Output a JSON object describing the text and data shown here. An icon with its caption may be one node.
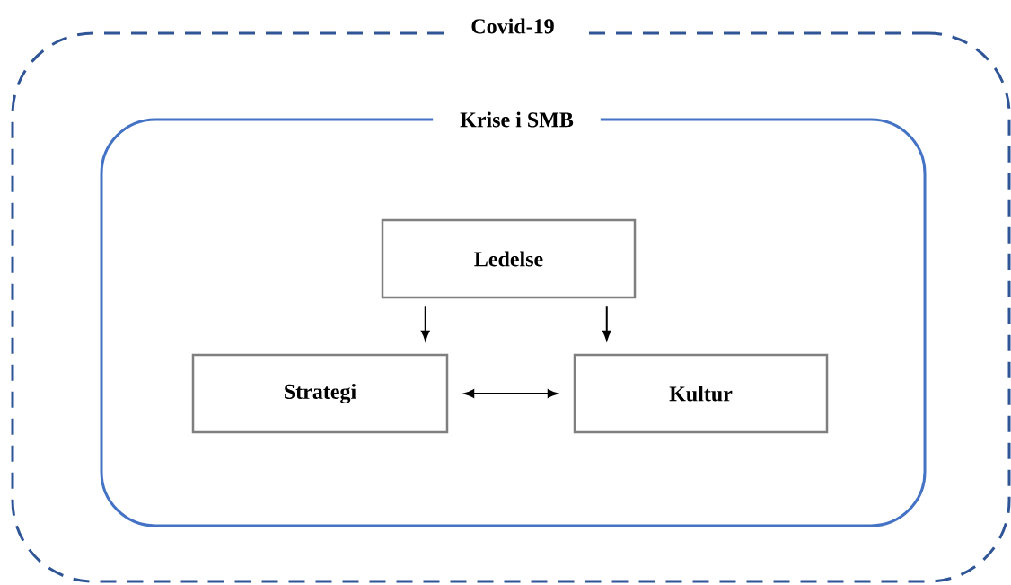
{
  "diagram": {
    "nodes": [
      {
        "text": [
          "Covid-19"
        ]
      },
      {
        "text": [
          "Krise i SMB"
        ],
        "in": 0
      },
      {
        "text": [
          "Ledelse"
        ],
        "in": 1
      },
      {
        "text": [
          "Strategi"
        ],
        "in": 1
      },
      {
        "text": [
          "Kultur"
        ],
        "in": 1
      }
    ],
    "edges": [
      {
        "from": 2,
        "to": 3,
        "arrow": "to"
      },
      {
        "from": 2,
        "to": 4,
        "arrow": "to"
      },
      {
        "from": 3,
        "to": 4,
        "arrow": "both"
      }
    ]
  }
}
